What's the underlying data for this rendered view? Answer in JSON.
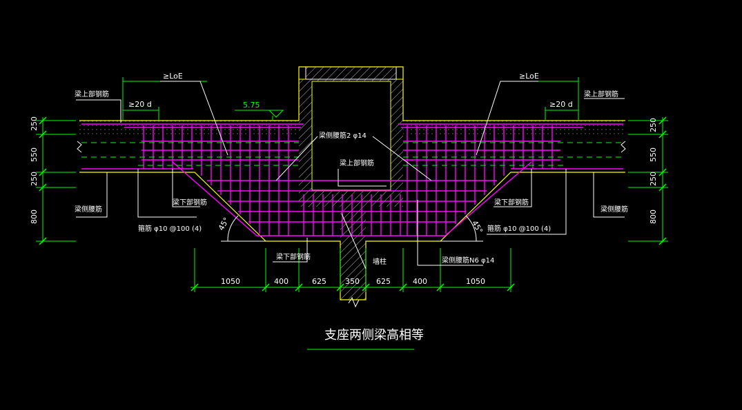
{
  "title": "支座两侧梁高相等",
  "labels": {
    "loe_left": "≥LoE",
    "loe_right": "≥LoE",
    "d20_left": "≥20 d",
    "d20_right": "≥20 d",
    "elev": "5.75",
    "top_bar_left": "梁上部钢筋",
    "top_bar_right": "梁上部钢筋",
    "side_bar_center": "梁侧腰筋2 φ14",
    "top_bar_center": "梁上部钢筋",
    "bot_bar_left": "梁下部钢筋",
    "bot_bar_right": "梁下部钢筋",
    "bot_bar_center": "梁下部钢筋",
    "waist_left": "梁侧腰筋",
    "waist_right": "梁侧腰筋",
    "stirrup_left": "箍筋 φ10 @100 (4)",
    "stirrup_right": "箍筋 φ10 @100 (4)",
    "column": "墙柱",
    "waist_n6": "梁侧腰筋N6 φ14",
    "angle_left": "45°",
    "angle_right": "45°"
  },
  "dims_left": [
    "250",
    "550",
    "250",
    "800"
  ],
  "dims_right": [
    "250",
    "550",
    "250",
    "800"
  ],
  "dims_bottom": [
    "1050",
    "400",
    "625",
    "350",
    "625",
    "400",
    "1050"
  ],
  "colors": {
    "background": "#000000",
    "rebar": "#ff00ff",
    "concrete": "#ffff00",
    "hatch": "#ffffff",
    "dimension": "#00ff00",
    "leader": "#ffffff",
    "text": "#ffffff",
    "axis": "#00ff00",
    "centerline": "#ff4040"
  }
}
